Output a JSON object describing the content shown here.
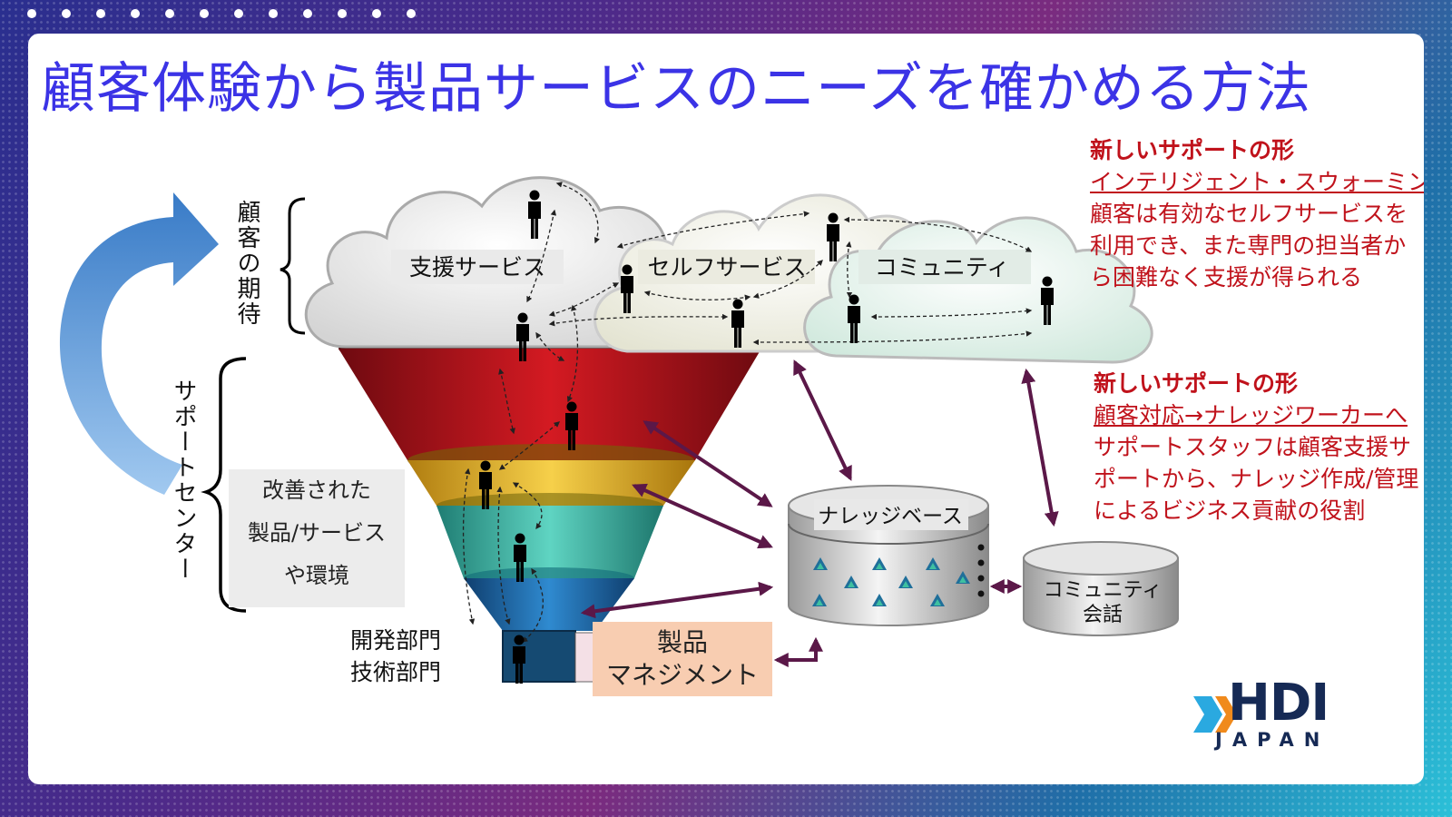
{
  "title": "顧客体験から製品サービスのニーズを確かめる方法",
  "labels": {
    "customer_expectation": "顧客の期待",
    "support_center": "サポートセンター",
    "assist_service": "支援サービス",
    "self_service": "セルフサービス",
    "community": "コミュニティ",
    "knowledge_base": "ナレッジベース",
    "community_conversation_line1": "コミュニティ",
    "community_conversation_line2": "会話",
    "improved_line1": "改善された",
    "improved_line2": "製品/サービス",
    "improved_line3": "や環境",
    "dept_line1": "開発部門",
    "dept_line2": "技術部門",
    "product_mgmt_line1": "製品",
    "product_mgmt_line2": "マネジメント"
  },
  "notes": [
    {
      "head": "新しいサポートの形",
      "sub": "インテリジェント・スウォーミング",
      "body": "顧客は有効なセルフサービスを利用でき、また専門の担当者から困難なく支援が得られる"
    },
    {
      "head": "新しいサポートの形",
      "sub": "顧客対応→ナレッジワーカーへ",
      "body": "サポートスタッフは顧客支援サポートから、ナレッジ作成/管理によるビジネス貢献の役割"
    }
  ],
  "logo": {
    "name": "HDI",
    "sub": "JAPAN"
  },
  "colors": {
    "title": "#3b33e6",
    "note": "#c0121b",
    "funnel_red": "#b3121a",
    "funnel_yellow": "#e8b820",
    "funnel_teal": "#3fb8a8",
    "funnel_blue": "#1f6aa8",
    "arrow": "#5b1848",
    "loop_arrow": "#4a8ed0"
  }
}
